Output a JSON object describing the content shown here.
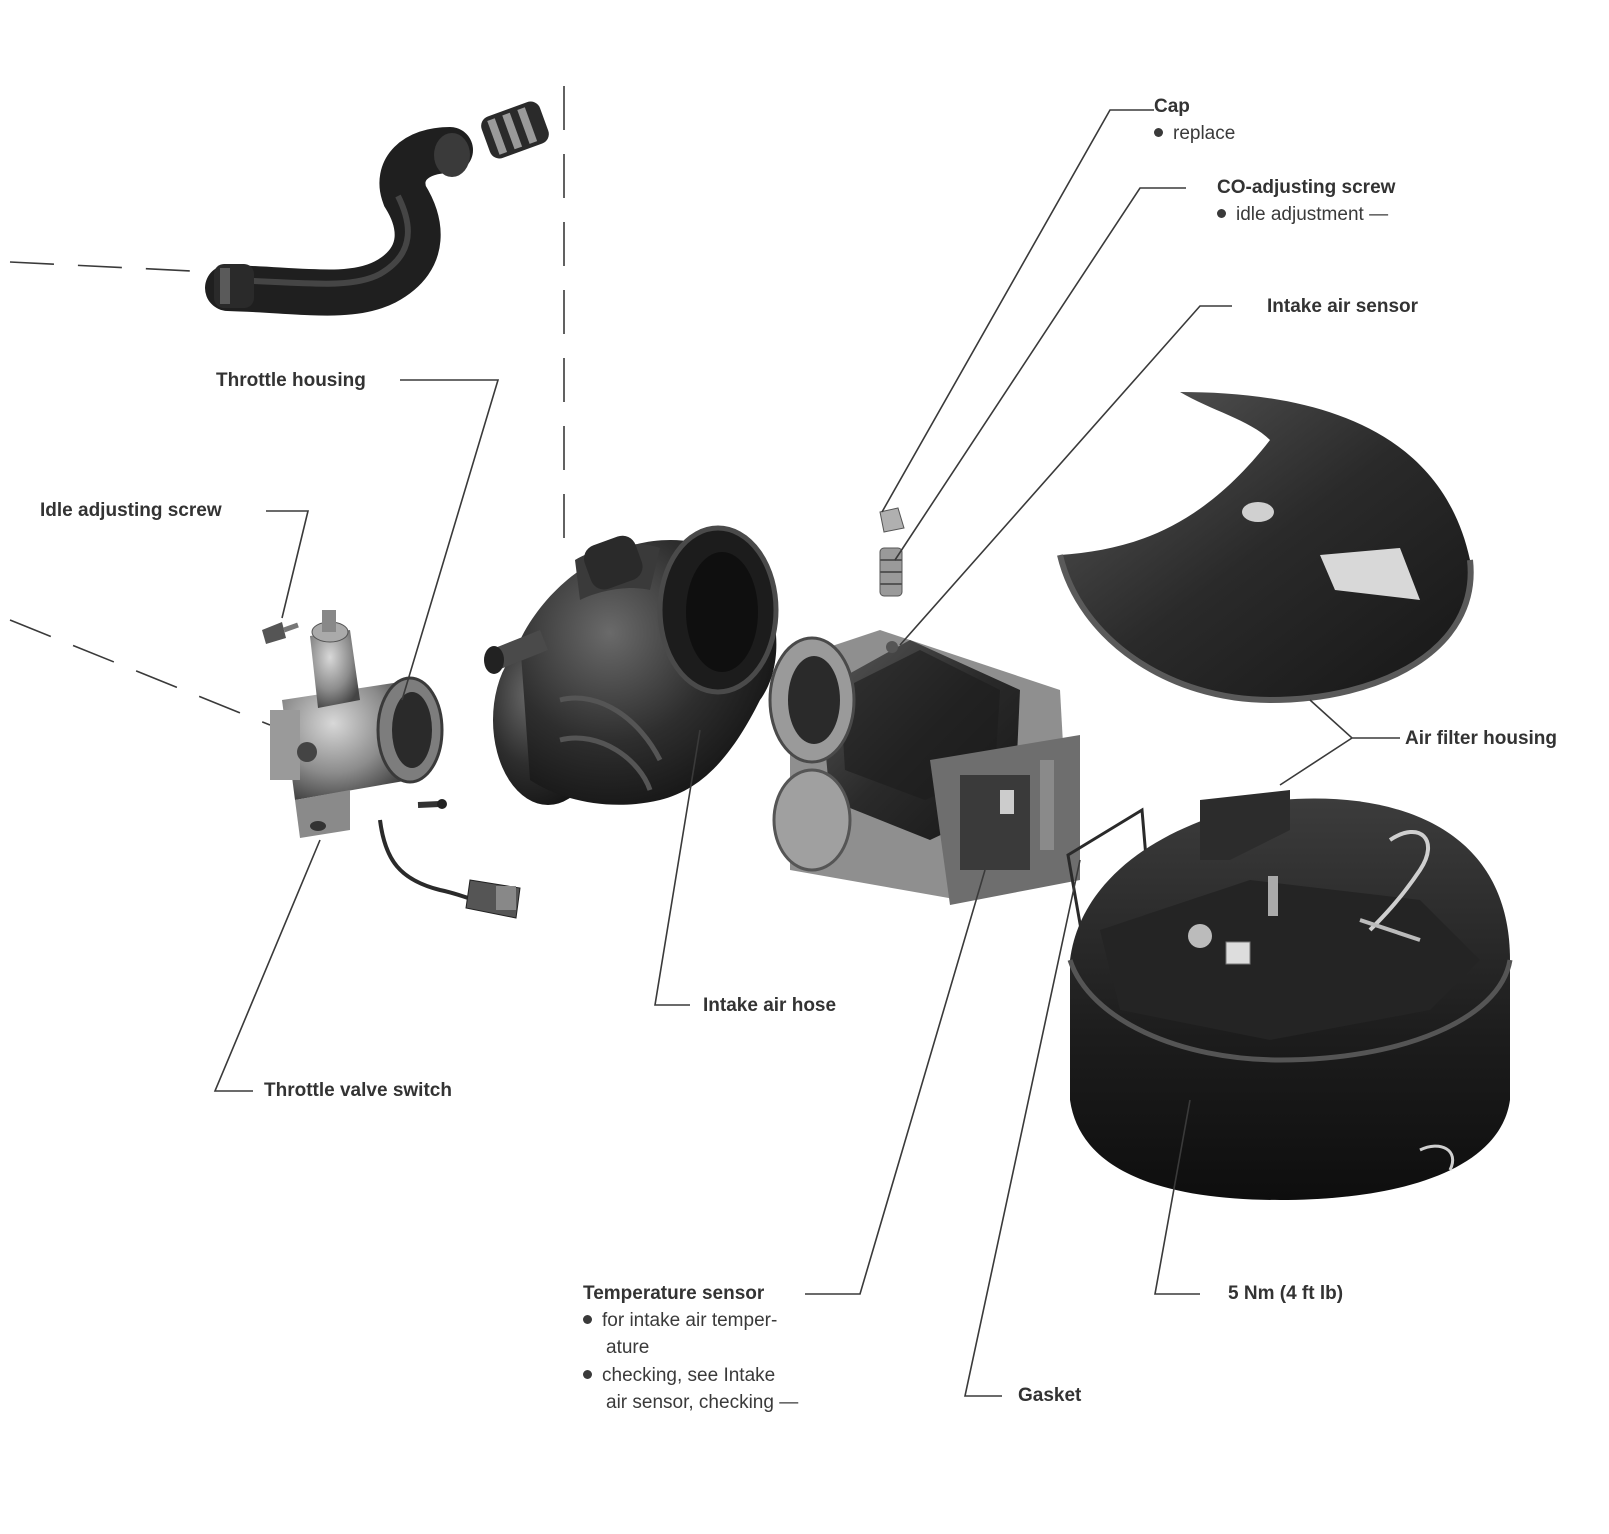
{
  "labels": {
    "cap": "Cap",
    "cap_note": "replace",
    "co_screw": "CO-adjusting screw",
    "co_screw_note": "idle adjustment —",
    "intake_air_sensor": "Intake air sensor",
    "throttle_housing": "Throttle housing",
    "idle_screw": "Idle adjusting screw",
    "air_filter_housing": "Air filter housing",
    "intake_air_hose": "Intake air hose",
    "throttle_valve_switch": "Throttle valve switch",
    "temp_sensor": "Temperature sensor",
    "temp_note_1a": "for intake air temper-",
    "temp_note_1b": "ature",
    "temp_note_2a": "checking, see Intake",
    "temp_note_2b": "air sensor, checking —",
    "torque": "5 Nm (4 ft lb)",
    "gasket": "Gasket"
  },
  "colors": {
    "leader": "#3a3a3a",
    "part_dark": "#262626",
    "part_mid": "#4a4a4a",
    "part_light": "#8a8a8a"
  }
}
